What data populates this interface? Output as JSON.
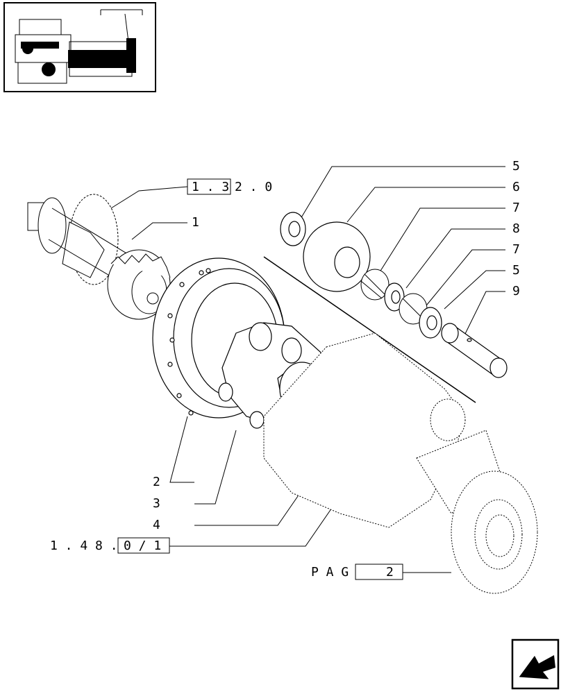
{
  "callouts": {
    "c1": "1",
    "c2": "2",
    "c3": "3",
    "c4": "4",
    "c5a": "5",
    "c6": "6",
    "c7a": "7",
    "c8": "8",
    "c7b": "7",
    "c5b": "5",
    "c9": "9"
  },
  "refs": {
    "top_boxed": "1 . 3",
    "top_rest": "2 . 0",
    "bottom_prefix": "1 . 4 8 .",
    "bottom_boxed": "0 / 1",
    "pag_prefix": "P A G .",
    "pag_boxed": "2"
  },
  "icons": {
    "nav": "next-page-arrow-icon",
    "thumb": "tractor-axle-thumbnail"
  }
}
